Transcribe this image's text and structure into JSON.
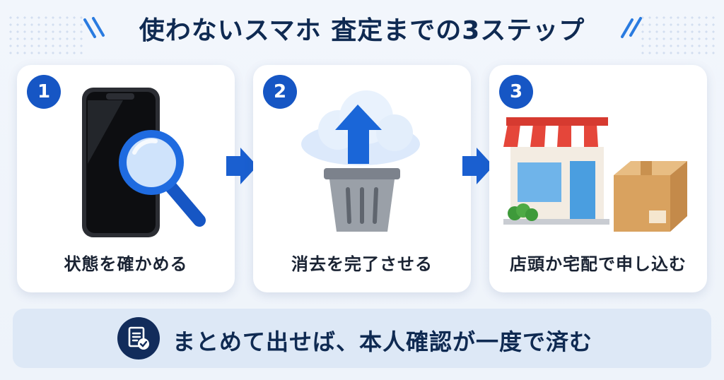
{
  "title": "使わないスマホ 査定までの3ステップ",
  "steps": [
    {
      "number": "1",
      "label": "状態を確かめる"
    },
    {
      "number": "2",
      "label": "消去を完了させる"
    },
    {
      "number": "3",
      "label": "店頭か宅配で申し込む"
    }
  ],
  "banner": {
    "text": "まとめて出せば、本人確認が一度で済む"
  },
  "colors": {
    "accent": "#1656c4",
    "title": "#0f2a52",
    "banner_bg": "#dde8f6"
  },
  "icons": [
    "smartphone-icon",
    "magnifier-icon",
    "cloud-upload-icon",
    "trash-basket-icon",
    "store-icon",
    "cardboard-box-icon",
    "document-check-icon",
    "arrow-right-icon"
  ]
}
